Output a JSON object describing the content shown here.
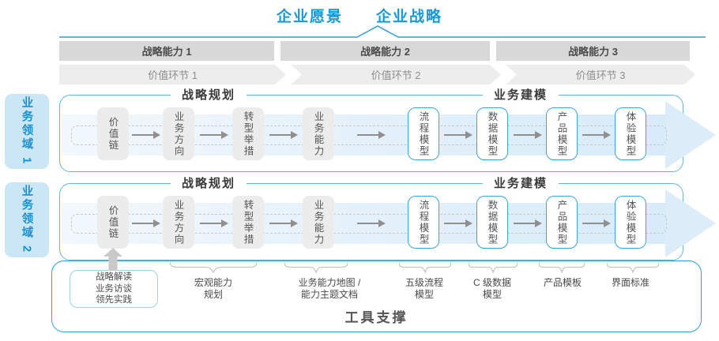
{
  "header": {
    "vision": "企业愿景",
    "strategy": "企业战略"
  },
  "capabilities": [
    "战略能力 1",
    "战略能力 2",
    "战略能力 3"
  ],
  "value_chains": [
    "价值环节 1",
    "价值环节 2",
    "价值环节 3"
  ],
  "domains": [
    "业务领域 1",
    "业务领域 2"
  ],
  "lane": {
    "planning_title": "战略规划",
    "modeling_title": "业务建模",
    "boxes": [
      {
        "label": "价值链",
        "style": "gray"
      },
      {
        "label": "业务方向",
        "style": "gray"
      },
      {
        "label": "转型举措",
        "style": "gray"
      },
      {
        "label": "业务能力",
        "style": "gray"
      },
      {
        "label": "流程模型",
        "style": "blue"
      },
      {
        "label": "数据模型",
        "style": "blue"
      },
      {
        "label": "产品模型",
        "style": "blue"
      },
      {
        "label": "体验模型",
        "style": "blue"
      }
    ]
  },
  "annotations": {
    "practice_box_lines": [
      "战略解读",
      "业务访谈",
      "领先实践"
    ],
    "notes": [
      {
        "lines": [
          "宏观能力",
          "规划"
        ]
      },
      {
        "lines": [
          "业务能力地图 /",
          "能力主题文档"
        ]
      },
      {
        "lines": [
          "五级流程",
          "模型"
        ]
      },
      {
        "lines": [
          "C 级数据",
          "模型"
        ]
      },
      {
        "lines": [
          "产品模板"
        ]
      },
      {
        "lines": [
          "界面标准"
        ]
      }
    ]
  },
  "footer": {
    "tool_support": "工具支撑"
  },
  "colors": {
    "accent_blue": "#1899d6",
    "callout_line_blue": "#2e9fd8",
    "lane_border": "#66b5e1",
    "container_border": "#2f9fd8",
    "domain_fill": "#cbe7f6",
    "domain_text": "#1b8fd2",
    "capability_fill": "#d8d8d8",
    "chevron_fill": "#ededed",
    "gray_box_fill": "#ececec",
    "blue_box_border": "#3fa5db",
    "flow_band_fill": "#ddecf8",
    "arrow_gray": "#8f8f8f"
  }
}
